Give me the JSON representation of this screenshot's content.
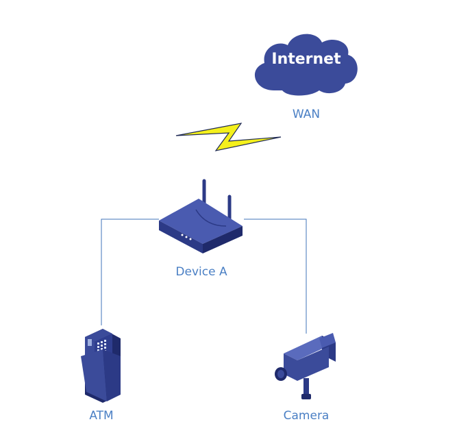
{
  "cloud": {
    "label": "Internet"
  },
  "nodes": {
    "wan": {
      "label": "WAN"
    },
    "device_a": {
      "label": "Device A"
    },
    "atm": {
      "label": "ATM"
    },
    "camera": {
      "label": "Camera"
    }
  },
  "colors": {
    "device_primary": "#3b4b9a",
    "device_dark": "#1f2a6b",
    "device_light": "#5a6bbd",
    "label_text": "#4a7fc4",
    "link_line": "#3f73b8",
    "lightning_fill": "#f4f01c",
    "lightning_stroke": "#1f2a55"
  },
  "icons": {
    "cloud": "cloud-icon",
    "wireless": "lightning-icon",
    "device_a": "router-icon",
    "atm": "atm-icon",
    "camera": "camera-icon"
  }
}
